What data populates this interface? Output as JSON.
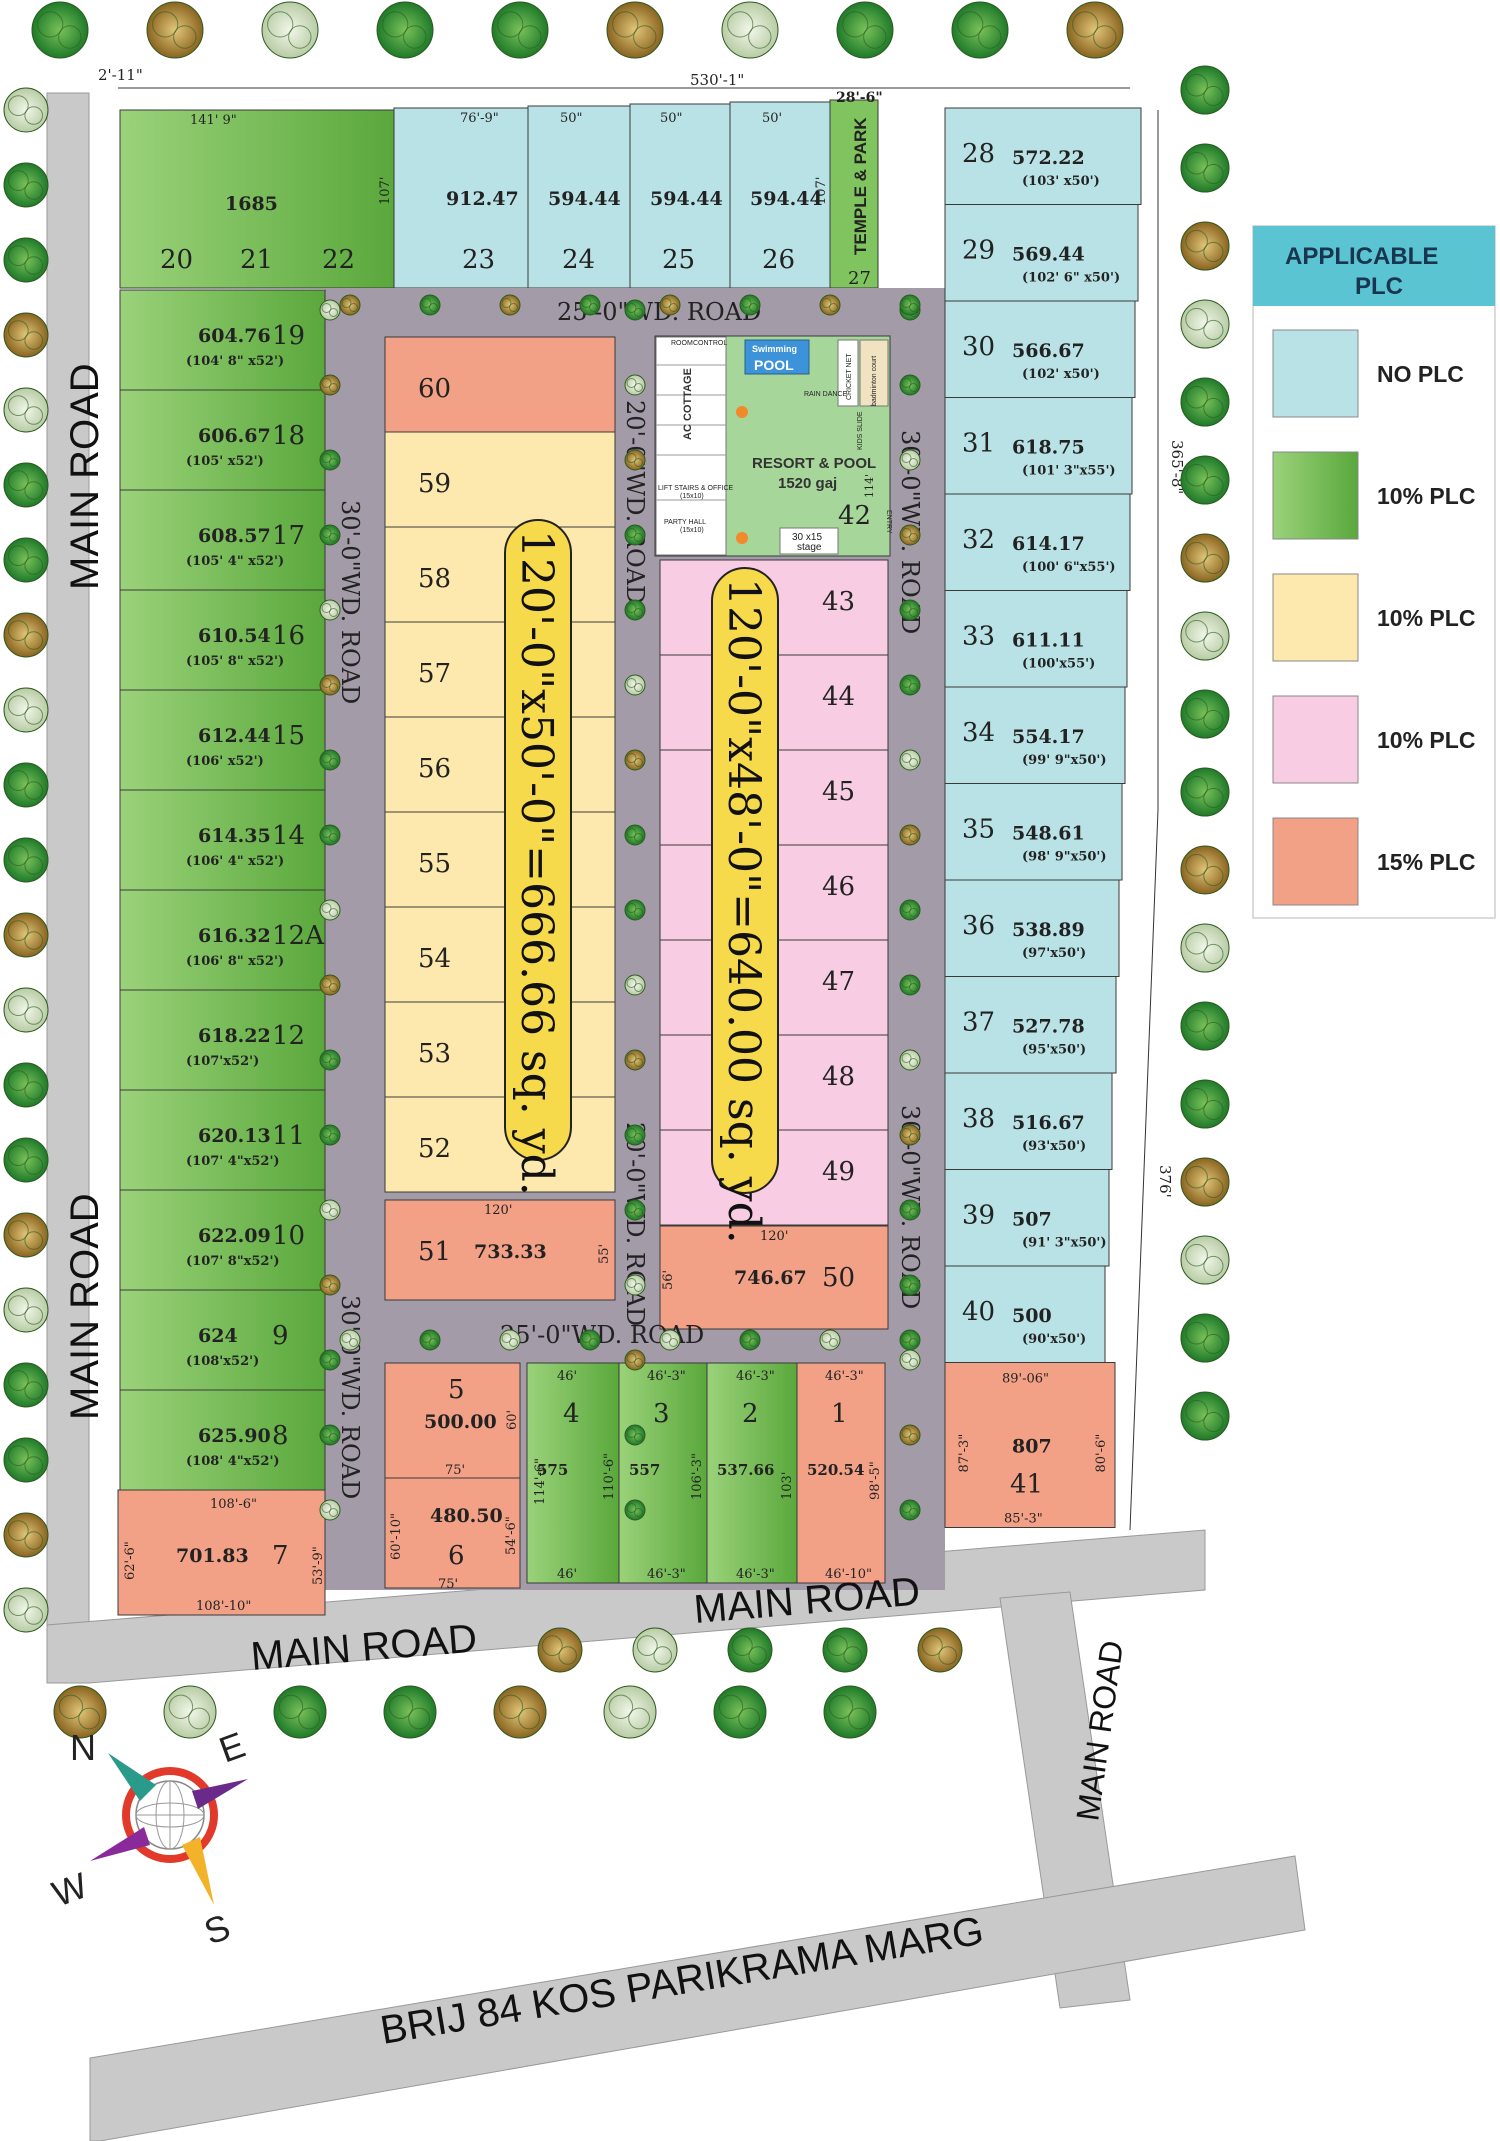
{
  "colors": {
    "none": "#b9e2e6",
    "green": "#7fc45e",
    "yellow": "#fde9ad",
    "pink": "#f8cde3",
    "salmon": "#f2a186",
    "road": "#a39ba8",
    "mainroad": "#c9c9c9",
    "resort": "#a7d69b",
    "outline": "#3a3a3a"
  },
  "main_roads": {
    "west_top": "MAIN ROAD",
    "west_bottom": "MAIN ROAD",
    "south_left": "MAIN ROAD",
    "south_right": "MAIN ROAD",
    "spur": "MAIN ROAD",
    "parikrama": "BRIJ 84 KOS PARIKRAMA MARG"
  },
  "internal_roads": {
    "top": "25'-0\"WD. ROAD",
    "middle": "25'-0\"WD. ROAD",
    "left_top": "30'-0\"WD. ROAD",
    "left_bottom": "30'-0\"WD. ROAD",
    "center_top": "20'-0\"WD. ROAD",
    "center_bottom": "20'-0\"WD. ROAD",
    "right_top": "30'-0\"WD. ROAD",
    "right_bottom": "30'-0\"WD. ROAD"
  },
  "banners": {
    "yellow": "120'-0\"x50'-0\"=666.66 sq. yd.",
    "pink": "120'-0\"x48'-0\"=640.00 sq. yd."
  },
  "site_dims": {
    "overall_width": "530'-1\"",
    "west_offset": "2'-11\"",
    "east_upper": "365'-8\"",
    "east_lower": "376'",
    "temple_width": "28'-6\""
  },
  "top_plots": {
    "big_area": "1685",
    "big_width": "141' 9\"",
    "big_height": "107'",
    "numbers": [
      "20",
      "21",
      "22",
      "23",
      "24",
      "25",
      "26",
      "27"
    ],
    "areas": [
      "912.47",
      "594.44",
      "594.44",
      "594.44"
    ],
    "widths": [
      "76'-9\"",
      "50\"",
      "50\"",
      "50'"
    ],
    "depth": "107'",
    "temple": "TEMPLE & PARK"
  },
  "left_plots": [
    {
      "no": "19",
      "area": "604.76",
      "dim": "(104' 8\" x52')"
    },
    {
      "no": "18",
      "area": "606.67",
      "dim": "(105' x52')"
    },
    {
      "no": "17",
      "area": "608.57",
      "dim": "(105' 4\" x52')"
    },
    {
      "no": "16",
      "area": "610.54",
      "dim": "(105' 8\" x52')"
    },
    {
      "no": "15",
      "area": "612.44",
      "dim": "(106' x52')"
    },
    {
      "no": "14",
      "area": "614.35",
      "dim": "(106' 4\" x52')"
    },
    {
      "no": "12A",
      "area": "616.32",
      "dim": "(106' 8\" x52')"
    },
    {
      "no": "12",
      "area": "618.22",
      "dim": "(107'x52')"
    },
    {
      "no": "11",
      "area": "620.13",
      "dim": "(107' 4\"x52')"
    },
    {
      "no": "10",
      "area": "622.09",
      "dim": "(107' 8\"x52')"
    },
    {
      "no": "9",
      "area": "624",
      "dim": "(108'x52')"
    },
    {
      "no": "8",
      "area": "625.90",
      "dim": "(108' 4\"x52')"
    }
  ],
  "plot7": {
    "no": "7",
    "area": "701.83",
    "top": "108'-6\"",
    "bottom": "108'-10\"",
    "left": "62'-6\"",
    "right": "53'-9\""
  },
  "right_plots": [
    {
      "no": "28",
      "area": "572.22",
      "dim": "(103' x50')"
    },
    {
      "no": "29",
      "area": "569.44",
      "dim": "(102' 6\" x50')"
    },
    {
      "no": "30",
      "area": "566.67",
      "dim": "(102' x50')"
    },
    {
      "no": "31",
      "area": "618.75",
      "dim": "(101' 3\"x55')"
    },
    {
      "no": "32",
      "area": "614.17",
      "dim": "(100' 6\"x55')"
    },
    {
      "no": "33",
      "area": "611.11",
      "dim": "(100'x55')"
    },
    {
      "no": "34",
      "area": "554.17",
      "dim": "(99' 9\"x50')"
    },
    {
      "no": "35",
      "area": "548.61",
      "dim": "(98' 9\"x50')"
    },
    {
      "no": "36",
      "area": "538.89",
      "dim": "(97'x50')"
    },
    {
      "no": "37",
      "area": "527.78",
      "dim": "(95'x50')"
    },
    {
      "no": "38",
      "area": "516.67",
      "dim": "(93'x50')"
    },
    {
      "no": "39",
      "area": "507",
      "dim": "(91' 3\"x50')"
    },
    {
      "no": "40",
      "area": "500",
      "dim": "(90'x50')"
    }
  ],
  "plot41": {
    "no": "41",
    "area": "807",
    "top": "89'-06\"",
    "bottom": "85'-3\"",
    "left": "87'-3\"",
    "right": "80'-6\""
  },
  "yellow_plots": [
    "60",
    "59",
    "58",
    "57",
    "56",
    "55",
    "54",
    "53",
    "52"
  ],
  "pink_plots": [
    "43",
    "44",
    "45",
    "46",
    "47",
    "48",
    "49"
  ],
  "plot51": {
    "no": "51",
    "area": "733.33",
    "width": "120'",
    "depth": "55'"
  },
  "plot50": {
    "no": "50",
    "area": "746.67",
    "width": "120'",
    "depth": "56'"
  },
  "bottom_plots": {
    "p5": {
      "no": "5",
      "area": "500.00",
      "w": "75'",
      "d": "60'"
    },
    "p6": {
      "no": "6",
      "area": "480.50",
      "w": "75'",
      "top": "75'",
      "left": "60'-10\"",
      "right": "54'-6\""
    },
    "p4": {
      "no": "4",
      "area": "575",
      "top": "46'",
      "bottom": "46'",
      "left": "114'-6\"",
      "right": "110'-6\""
    },
    "p3": {
      "no": "3",
      "area": "557",
      "top": "46'-3\"",
      "bottom": "46'-3\"",
      "right": "106'-3\""
    },
    "p2": {
      "no": "2",
      "area": "537.66",
      "top": "46'-3\"",
      "bottom": "46'-3\"",
      "right": "103'"
    },
    "p1": {
      "no": "1",
      "area": "520.54",
      "top": "46'-3\"",
      "bottom": "46'-10\"",
      "right": "98'-5\""
    }
  },
  "resort": {
    "no": "42",
    "title": "RESORT & POOL",
    "area": "1520 gaj",
    "cottage": "AC COTTAGE",
    "pool_label": "Swimming",
    "pool": "POOL",
    "cricket": "CRICKET NET",
    "badminton": "badminton court",
    "rain": "RAIN DANCE",
    "kids": "KIDS SLIDE",
    "lift": "LIFT STAIRS & OFFICE",
    "lift_sub": "(15x10)",
    "party": "PARTY HALL",
    "party_sub": "(15x10)",
    "stage": "30 x15",
    "stage_sub": "stage",
    "entry": "ENTRY",
    "depth": "114'",
    "room": "ROOM",
    "cont": "CONTROL"
  },
  "legend": {
    "title_line1": "APPLICABLE",
    "title_line2": "PLC",
    "items": [
      {
        "label": "NO PLC",
        "color": "#b9e2e6"
      },
      {
        "label": "10% PLC",
        "color": "#7fc45e"
      },
      {
        "label": "10% PLC",
        "color": "#fde9ad"
      },
      {
        "label": "10% PLC",
        "color": "#f8cde3"
      },
      {
        "label": "15% PLC",
        "color": "#f2a186"
      }
    ]
  },
  "compass": {
    "n": "N",
    "e": "E",
    "s": "S",
    "w": "W"
  }
}
